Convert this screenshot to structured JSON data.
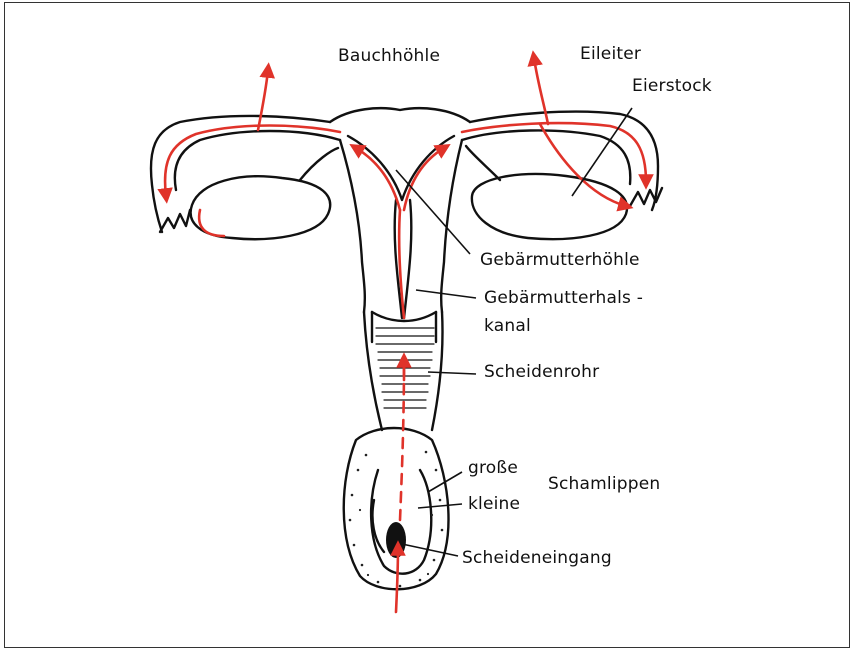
{
  "labels": {
    "bauchhoehle": "Bauchhöhle",
    "eileiter": "Eileiter",
    "eierstock": "Eierstock",
    "gebaermutterhoehle": "Gebärmutterhöhle",
    "gebaermutterhals": "Gebärmutterhals -",
    "kanal": "kanal",
    "scheidenrohr": "Scheidenrohr",
    "grosse": "große",
    "kleine": "kleine",
    "schamlippen": "Schamlippen",
    "scheideneingang": "Scheideneingang"
  },
  "colors": {
    "line": "#111111",
    "arrow": "#e0332a",
    "background": "#ffffff"
  }
}
